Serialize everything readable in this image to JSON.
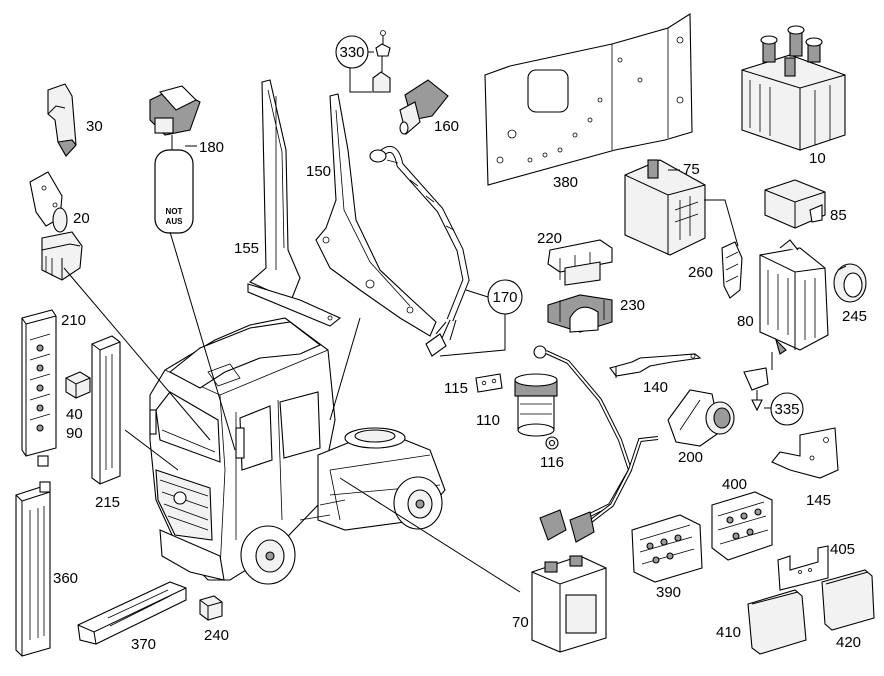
{
  "diagram": {
    "parts": {
      "p10": "10",
      "p20": "20",
      "p30": "30",
      "p40": "40",
      "p70": "70",
      "p75": "75",
      "p80": "80",
      "p85": "85",
      "p90": "90",
      "p110": "110",
      "p115": "115",
      "p116": "116",
      "p140": "140",
      "p145": "145",
      "p150": "150",
      "p155": "155",
      "p160": "160",
      "p170": "170",
      "p180": "180",
      "p200": "200",
      "p210": "210",
      "p215": "215",
      "p220": "220",
      "p230": "230",
      "p240": "240",
      "p245": "245",
      "p260": "260",
      "p330": "330",
      "p335": "335",
      "p360": "360",
      "p370": "370",
      "p380": "380",
      "p390": "390",
      "p400": "400",
      "p405": "405",
      "p410": "410",
      "p420": "420"
    },
    "label_text": {
      "line1": "NOT",
      "line2": "AUS"
    }
  }
}
